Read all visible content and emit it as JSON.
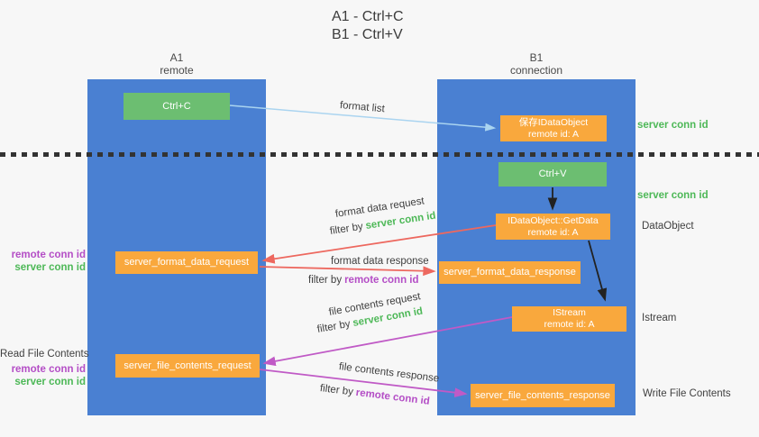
{
  "title": {
    "line1": "A1 - Ctrl+C",
    "line2": "B1 - Ctrl+V"
  },
  "columns": {
    "left": {
      "name": "A1",
      "subtitle": "remote"
    },
    "right": {
      "name": "B1",
      "subtitle": "connection"
    }
  },
  "nodes": {
    "ctrl_c": {
      "label": "Ctrl+C"
    },
    "save_dataobject": {
      "line1": "保存IDataObject",
      "line2": "remote id: A"
    },
    "ctrl_v": {
      "label": "Ctrl+V"
    },
    "getdata": {
      "line1": "IDataObject::GetData",
      "line2": "remote id: A"
    },
    "format_request": {
      "label": "server_format_data_request"
    },
    "format_response": {
      "label": "server_format_data_response"
    },
    "istream": {
      "line1": "IStream",
      "line2": "remote id: A"
    },
    "file_request": {
      "label": "server_file_contents_request"
    },
    "file_response": {
      "label": "server_file_contents_response"
    }
  },
  "edges": {
    "format_list": {
      "label": "format list"
    },
    "format_data_request": {
      "label": "format data request",
      "filter_prefix": "filter by",
      "filter_id": "server conn id"
    },
    "format_data_response": {
      "label": "format data response",
      "filter_prefix": "filter by",
      "filter_id": "remote conn id"
    },
    "file_contents_request": {
      "label": "file contents request",
      "filter_prefix": "filter by",
      "filter_id": "server conn id"
    },
    "file_contents_response": {
      "label": "file contents response",
      "filter_prefix": "filter by",
      "filter_id": "remote conn id"
    }
  },
  "annotations": {
    "right_server_conn_top": "server conn id",
    "right_server_conn_mid": "server conn id",
    "dataobject": "DataObject",
    "istream": "Istream",
    "write_file": "Write File Contents",
    "left_remote_conn_top": "remote conn id",
    "left_server_conn_top": "server conn id",
    "read_file": "Read File Contents",
    "left_remote_conn_bottom": "remote conn id",
    "left_server_conn_bottom": "server conn id"
  },
  "colors": {
    "background": "#f7f7f7",
    "lifeline_blue": "#4a80d2",
    "node_green": "#6cbe71",
    "node_orange": "#f9a83d",
    "arrow_light_blue": "#aad4f0",
    "arrow_red": "#ed685f",
    "arrow_purple": "#c05ac6",
    "arrow_black": "#222222",
    "text_green": "#4db857",
    "text_purple": "#b44ec6",
    "text_dark": "#3f3f3f"
  }
}
